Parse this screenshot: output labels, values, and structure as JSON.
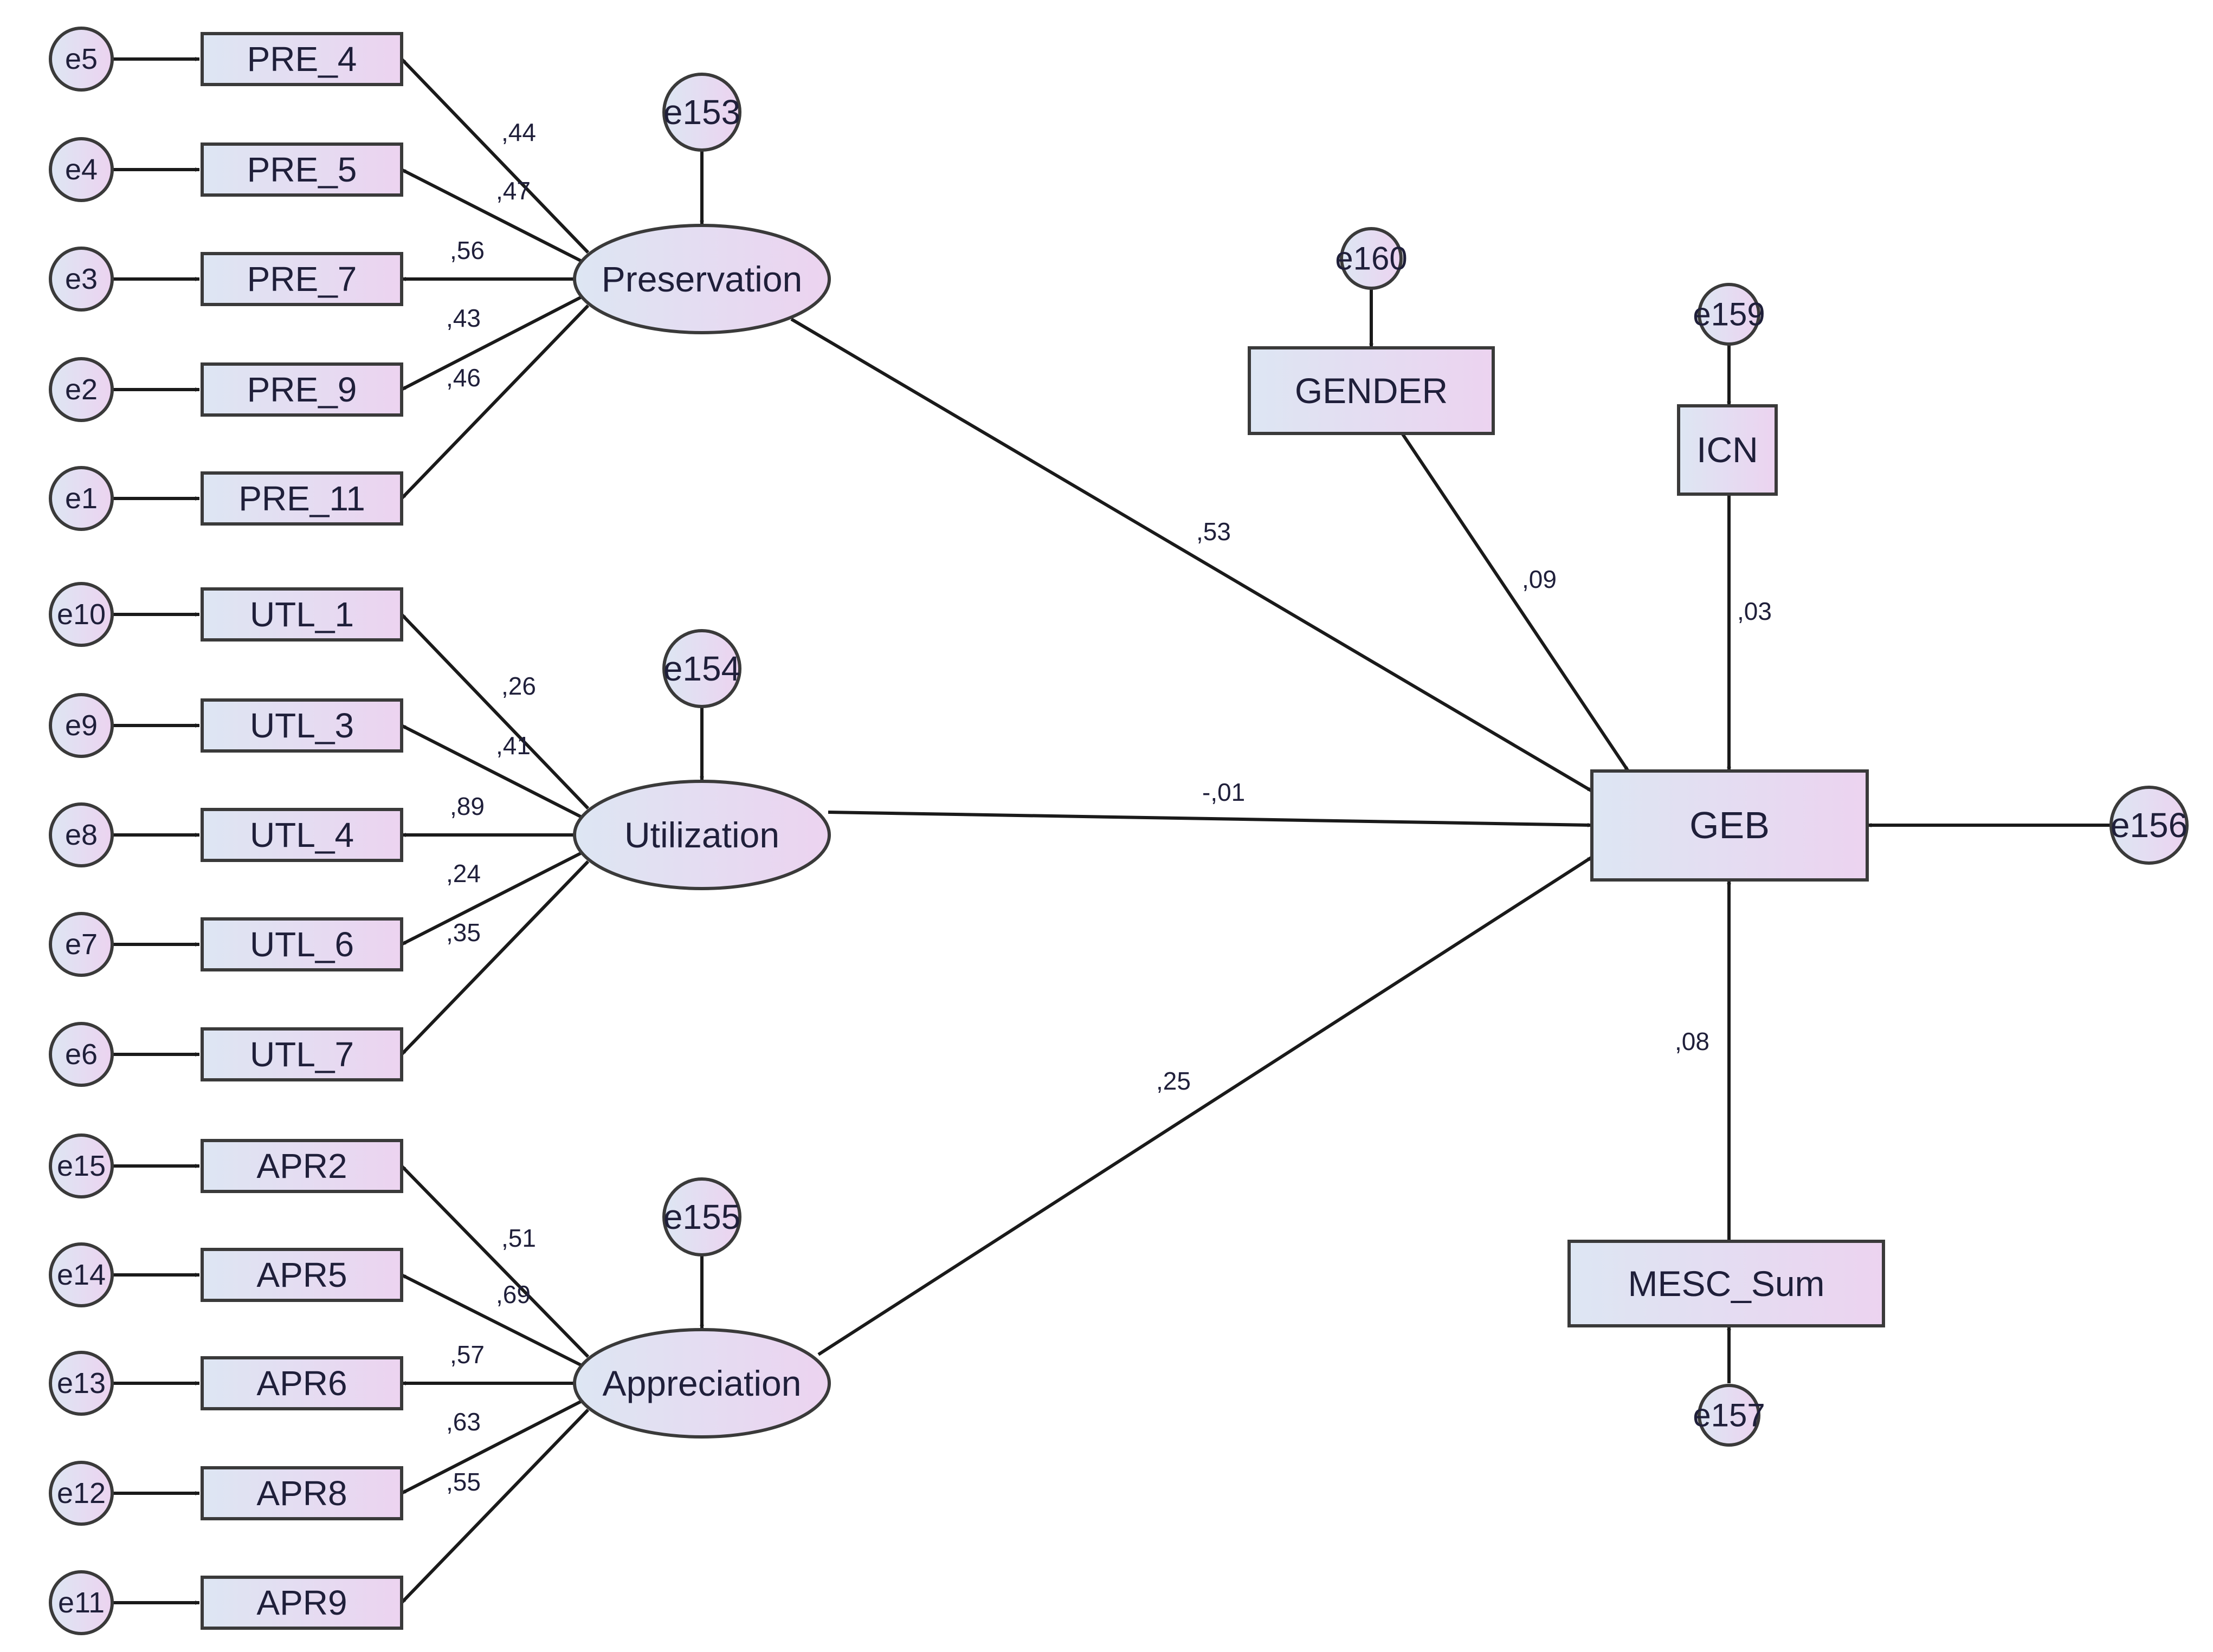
{
  "colors": {
    "fill_from": "#dde6f3",
    "fill_to": "#ecd3f0",
    "stroke": "#3a3a3a",
    "edge": "#1a1a1a",
    "text": "#1f1f3a"
  },
  "diagram": {
    "errors": {
      "e5": "e5",
      "e4": "e4",
      "e3": "e3",
      "e2": "e2",
      "e1": "e1",
      "e10": "e10",
      "e9": "e9",
      "e8": "e8",
      "e7": "e7",
      "e6": "e6",
      "e15": "e15",
      "e14": "e14",
      "e13": "e13",
      "e12": "e12",
      "e11": "e11",
      "e153": "e153",
      "e154": "e154",
      "e155": "e155",
      "e160": "e160",
      "e159": "e159",
      "e156": "e156",
      "e157": "e157"
    },
    "observed": {
      "pre_4": "PRE_4",
      "pre_5": "PRE_5",
      "pre_7": "PRE_7",
      "pre_9": "PRE_9",
      "pre_11": "PRE_11",
      "utl_1": "UTL_1",
      "utl_3": "UTL_3",
      "utl_4": "UTL_4",
      "utl_6": "UTL_6",
      "utl_7": "UTL_7",
      "apr2": "APR2",
      "apr5": "APR5",
      "apr6": "APR6",
      "apr8": "APR8",
      "apr9": "APR9",
      "gender": "GENDER",
      "icn": "ICN",
      "geb": "GEB",
      "mesc_sum": "MESC_Sum"
    },
    "latent": {
      "preservation": "Preservation",
      "utilization": "Utilization",
      "appreciation": "Appreciation"
    },
    "coefficients": {
      "pre_4": ",44",
      "pre_5": ",47",
      "pre_7": ",56",
      "pre_9": ",43",
      "pre_11": ",46",
      "utl_1": ",26",
      "utl_3": ",41",
      "utl_4": ",89",
      "utl_6": ",24",
      "utl_7": ",35",
      "apr2": ",51",
      "apr5": ",69",
      "apr6": ",57",
      "apr8": ",63",
      "apr9": ",55",
      "preservation_geb": ",53",
      "utilization_geb": "-,01",
      "appreciation_geb": ",25",
      "gender_geb": ",09",
      "icn_geb": ",03",
      "mesc_geb": ",08"
    }
  }
}
